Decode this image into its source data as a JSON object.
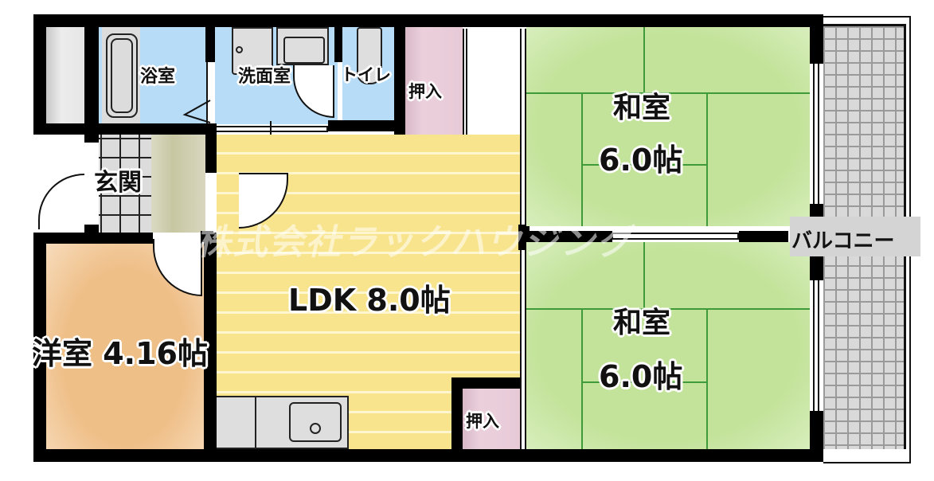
{
  "floorplan": {
    "rooms": {
      "bath": {
        "label": "浴室",
        "color": "#b6dcf7"
      },
      "washroom": {
        "label": "洗面室",
        "color": "#b6dcf7"
      },
      "toilet": {
        "label": "トイレ",
        "color": "#b6dcf7"
      },
      "closet_top": {
        "label": "押入",
        "color": "#e8c9d6"
      },
      "closet_bottom": {
        "label": "押入",
        "color": "#e8c9d6"
      },
      "entrance": {
        "label": "玄関"
      },
      "ldk": {
        "label": "LDK 8.0帖",
        "color": "#f8e48c"
      },
      "western": {
        "label": "洋室 4.16帖",
        "color": "#f2c896"
      },
      "japanese_top": {
        "name": "和室",
        "size": "6.0帖",
        "color": "#c3e39a"
      },
      "japanese_bottom": {
        "name": "和室",
        "size": "6.0帖",
        "color": "#c3e39a"
      },
      "balcony": {
        "label": "バルコニー"
      }
    },
    "watermark": "株式会社ラックハウジング"
  }
}
